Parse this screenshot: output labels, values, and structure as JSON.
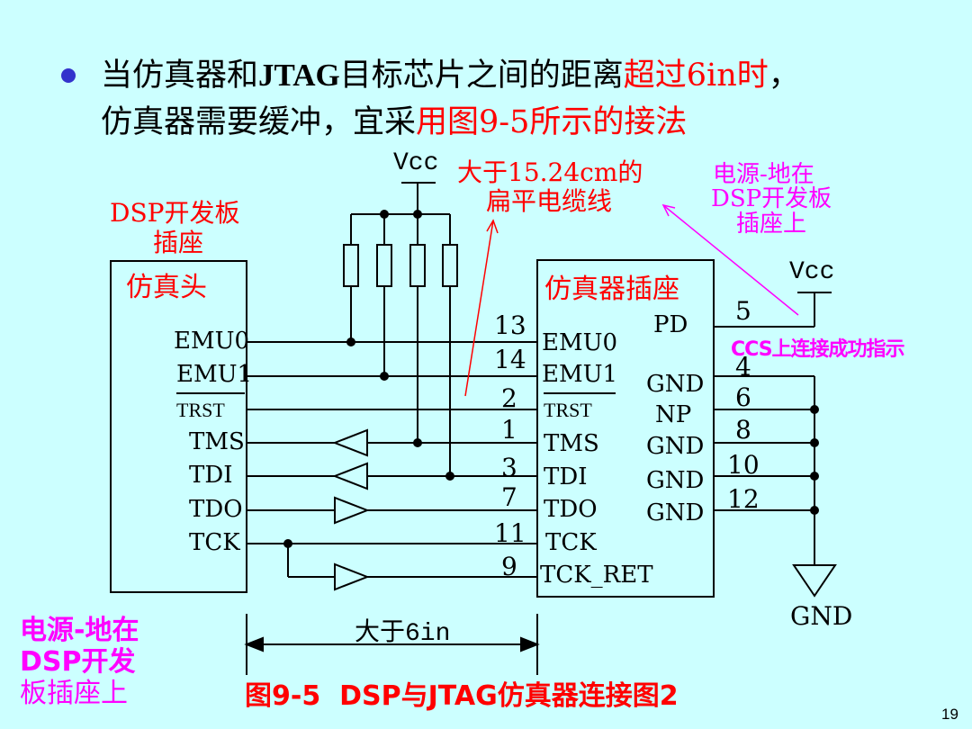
{
  "slide": {
    "bullet_line1_a": "当仿真器和",
    "bullet_line1_b": "JTAG",
    "bullet_line1_c": "目标芯片之间的距离",
    "bullet_line1_d": "超过6in时",
    "bullet_line1_e": "，",
    "bullet_line2_a": "仿真器需要缓冲，宜采",
    "bullet_line2_b": "用图9-5所示的接法",
    "page_number": "19",
    "caption": "图9-5  DSP与JTAG仿真器连接图2"
  },
  "labels": {
    "vcc_top": "Vcc",
    "vcc_right": "Vcc",
    "cable_1": "大于15.24cm的",
    "cable_2": "扁平电缆线",
    "power_top_1": "电源-地在",
    "power_top_2": "DSP开发板",
    "power_top_3": "插座上",
    "dsp_socket_1": "DSP开发板",
    "dsp_socket_2": "插座",
    "emu_head": "仿真头",
    "emu_socket": "仿真器插座",
    "ccs_indicator": "CCS上连接成功指示",
    "gnd_bottom": "GND",
    "distance": "大于6in",
    "power_left_1": "电源-地在",
    "power_left_2": "DSP开发",
    "power_left_3": "板插座上"
  },
  "left_pins": [
    "EMU0",
    "EMU1",
    "TRST",
    "TMS",
    "TDI",
    "TDO",
    "TCK"
  ],
  "right_pins": [
    "EMU0",
    "EMU1",
    "TRST",
    "TMS",
    "TDI",
    "TDO",
    "TCK",
    "TCK_RET"
  ],
  "pin_numbers": [
    "13",
    "14",
    "2",
    "1",
    "3",
    "7",
    "11",
    "9"
  ],
  "right_side_labels": [
    "PD",
    "GND",
    "NP",
    "GND",
    "GND",
    "GND"
  ],
  "right_side_numbers": [
    "5",
    "4",
    "6",
    "8",
    "10",
    "12"
  ],
  "colors": {
    "background": "#ccffff",
    "accent_red": "#ff0000",
    "accent_magenta": "#ff00ff",
    "bullet": "#3333cc"
  }
}
